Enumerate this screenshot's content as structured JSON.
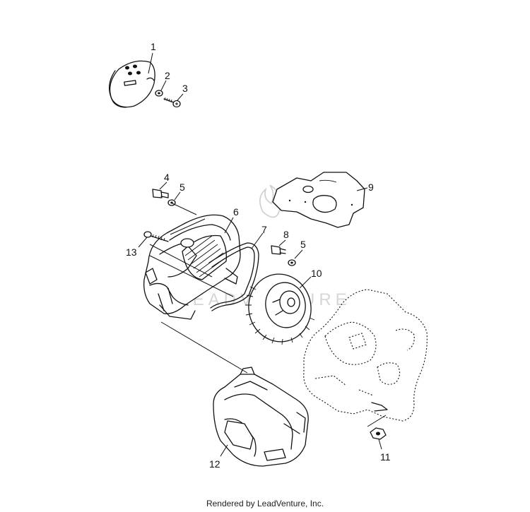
{
  "watermark": {
    "text": "LEADVENTURE"
  },
  "callouts": [
    "1",
    "2",
    "3",
    "4",
    "5",
    "6",
    "7",
    "8",
    "5",
    "9",
    "10",
    "11",
    "12",
    "13"
  ],
  "footer": {
    "text": "Rendered by LeadVenture, Inc."
  }
}
